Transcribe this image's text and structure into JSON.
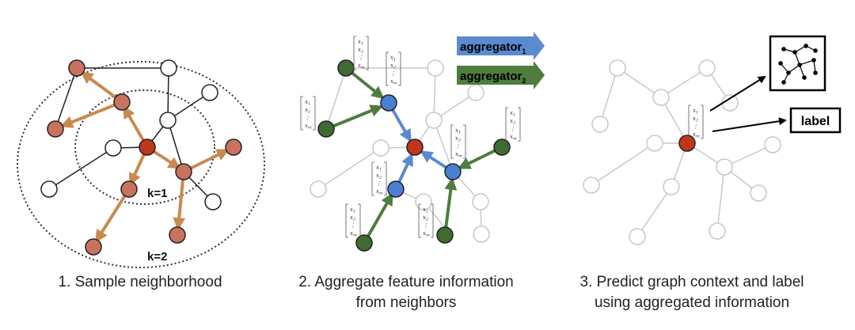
{
  "panels": [
    {
      "caption_lines": [
        "1. Sample neighborhood"
      ],
      "rings": [
        {
          "label": "k=1"
        },
        {
          "label": "k=2"
        }
      ]
    },
    {
      "caption_lines": [
        "2. Aggregate feature information",
        "from neighbors"
      ],
      "legend": [
        {
          "label": "aggregator",
          "sub": "1",
          "color": "#5b8ad0"
        },
        {
          "label": "aggregator",
          "sub": "2",
          "color": "#4e7d3e"
        }
      ],
      "vector_symbols": [
        "x",
        "x",
        "⋮",
        "x"
      ],
      "vector_subs": [
        "1",
        "2",
        "",
        "m"
      ]
    },
    {
      "caption_lines": [
        "3. Predict graph context and label",
        "using aggregated information"
      ],
      "outputs": [
        {
          "label": "label"
        }
      ]
    }
  ],
  "colors": {
    "target": "#c0361c",
    "sampled": "#c9735f",
    "sample_edge": "#c88a4e",
    "agg1": "#4a7fd3",
    "agg1_edge": "#5b8ad0",
    "agg2": "#3f6b32",
    "agg2_edge": "#4e7d3e",
    "faded": "#c8c8c8"
  }
}
